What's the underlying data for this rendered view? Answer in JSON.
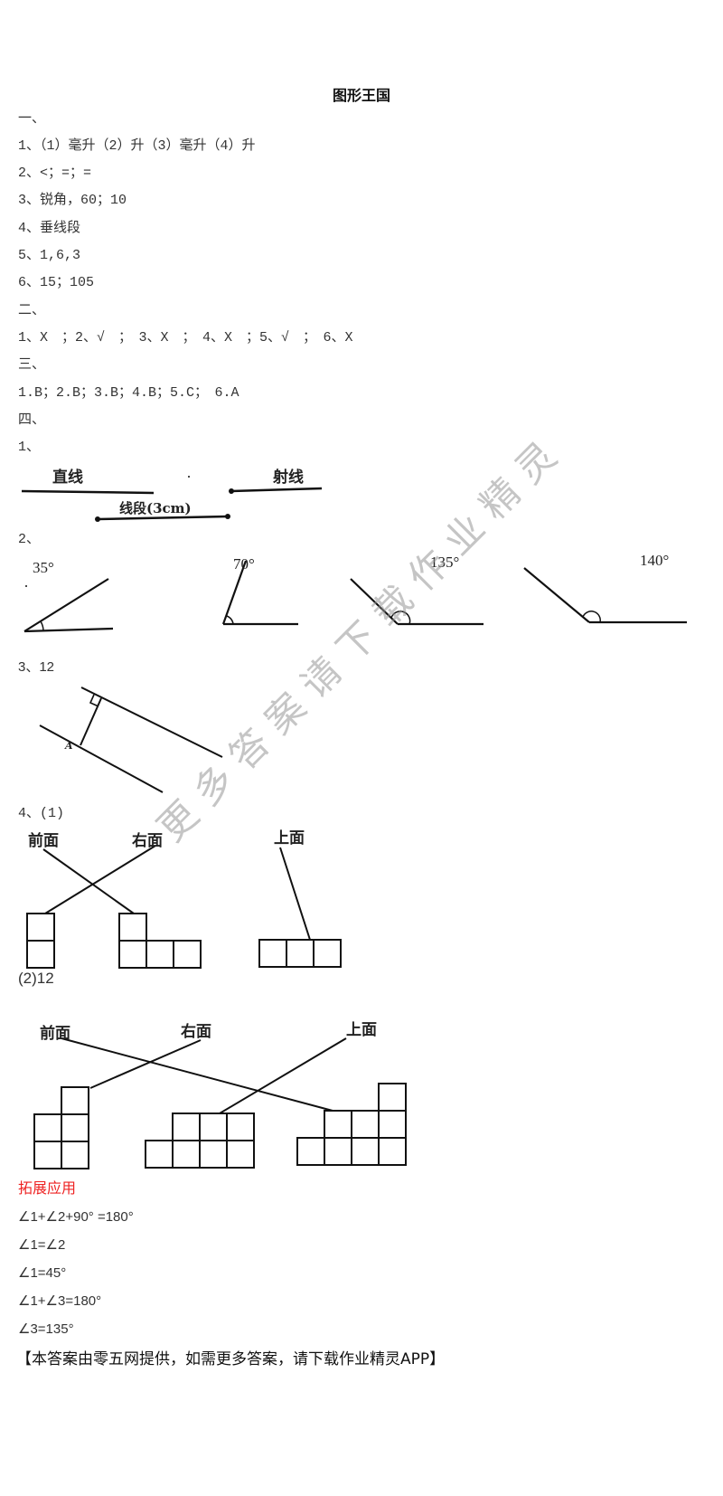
{
  "title": "图形王国",
  "section1": {
    "heading": "一、",
    "items": [
      "1、（1）毫升（2）升（3）毫升（4）升",
      "2、<；=；=",
      "3、锐角，60；10",
      "4、垂线段",
      "5、1,6,3",
      "6、15；105"
    ]
  },
  "section2": {
    "heading": "二、",
    "answers": "1、X　；2、√　；　3、X　；　4、X　；5、√　；　6、X"
  },
  "section3": {
    "heading": "三、",
    "answers": "1.B；2.B；3.B；4.B；5.C；　6.A"
  },
  "section4": {
    "heading": "四、",
    "q1": {
      "label": "1、",
      "labels": {
        "straight_line": "直线",
        "ray": "射线",
        "segment": "线段(3cm)"
      }
    },
    "q2": {
      "label": "2、",
      "angles": [
        "35°",
        "70°",
        "135°",
        "140°"
      ]
    },
    "q3": {
      "label": "3、12",
      "point_label": "A"
    },
    "q4": {
      "label1": "4、(1)",
      "label2": "(2)12",
      "views": {
        "front": "前面",
        "right": "右面",
        "top": "上面"
      }
    }
  },
  "extension": {
    "heading": "拓展应用",
    "heading_color": "#ee2222",
    "lines": [
      "∠1+∠2+90° =180°",
      "∠1=∠2",
      "∠1=45°",
      "∠1+∠3=180°",
      "∠3=135°"
    ]
  },
  "footer": "【本答案由零五网提供，如需更多答案，请下载作业精灵APP】",
  "watermark": "更多答案请下载作业精灵"
}
